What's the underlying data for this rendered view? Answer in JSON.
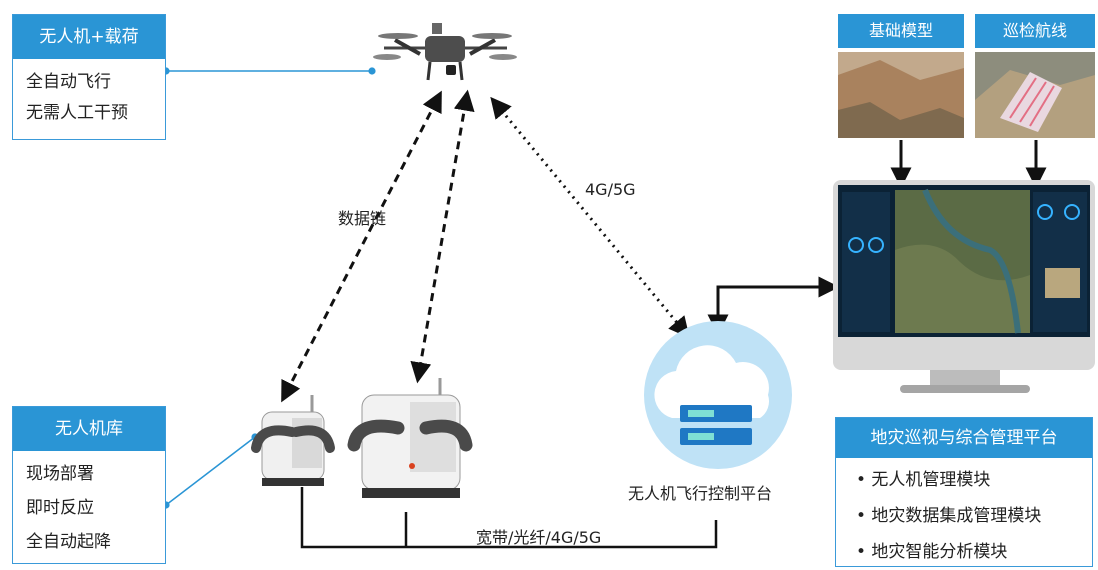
{
  "drone_box": {
    "title": "无人机+载荷",
    "lines": [
      "全自动飞行",
      "无需人工干预"
    ]
  },
  "dock_box": {
    "title": "无人机库",
    "lines": [
      "现场部署",
      "即时反应",
      "全自动起降"
    ]
  },
  "platform_box": {
    "title": "地灾巡视与综合管理平台",
    "items": [
      "• 无人机管理模块",
      "• 地灾数据集成管理模块",
      "• 地灾智能分析模块"
    ]
  },
  "labels": {
    "data_link": "数据链",
    "cellular": "4G/5G",
    "backhaul": "宽带/光纤/4G/5G",
    "cloud_platform": "无人机飞行控制平台"
  },
  "thumbs": {
    "base_model": "基础模型",
    "patrol_route": "巡检航线"
  },
  "colors": {
    "accent": "#2a95d5",
    "cloud": "#7cc4ec",
    "server": "#1f78c4"
  }
}
